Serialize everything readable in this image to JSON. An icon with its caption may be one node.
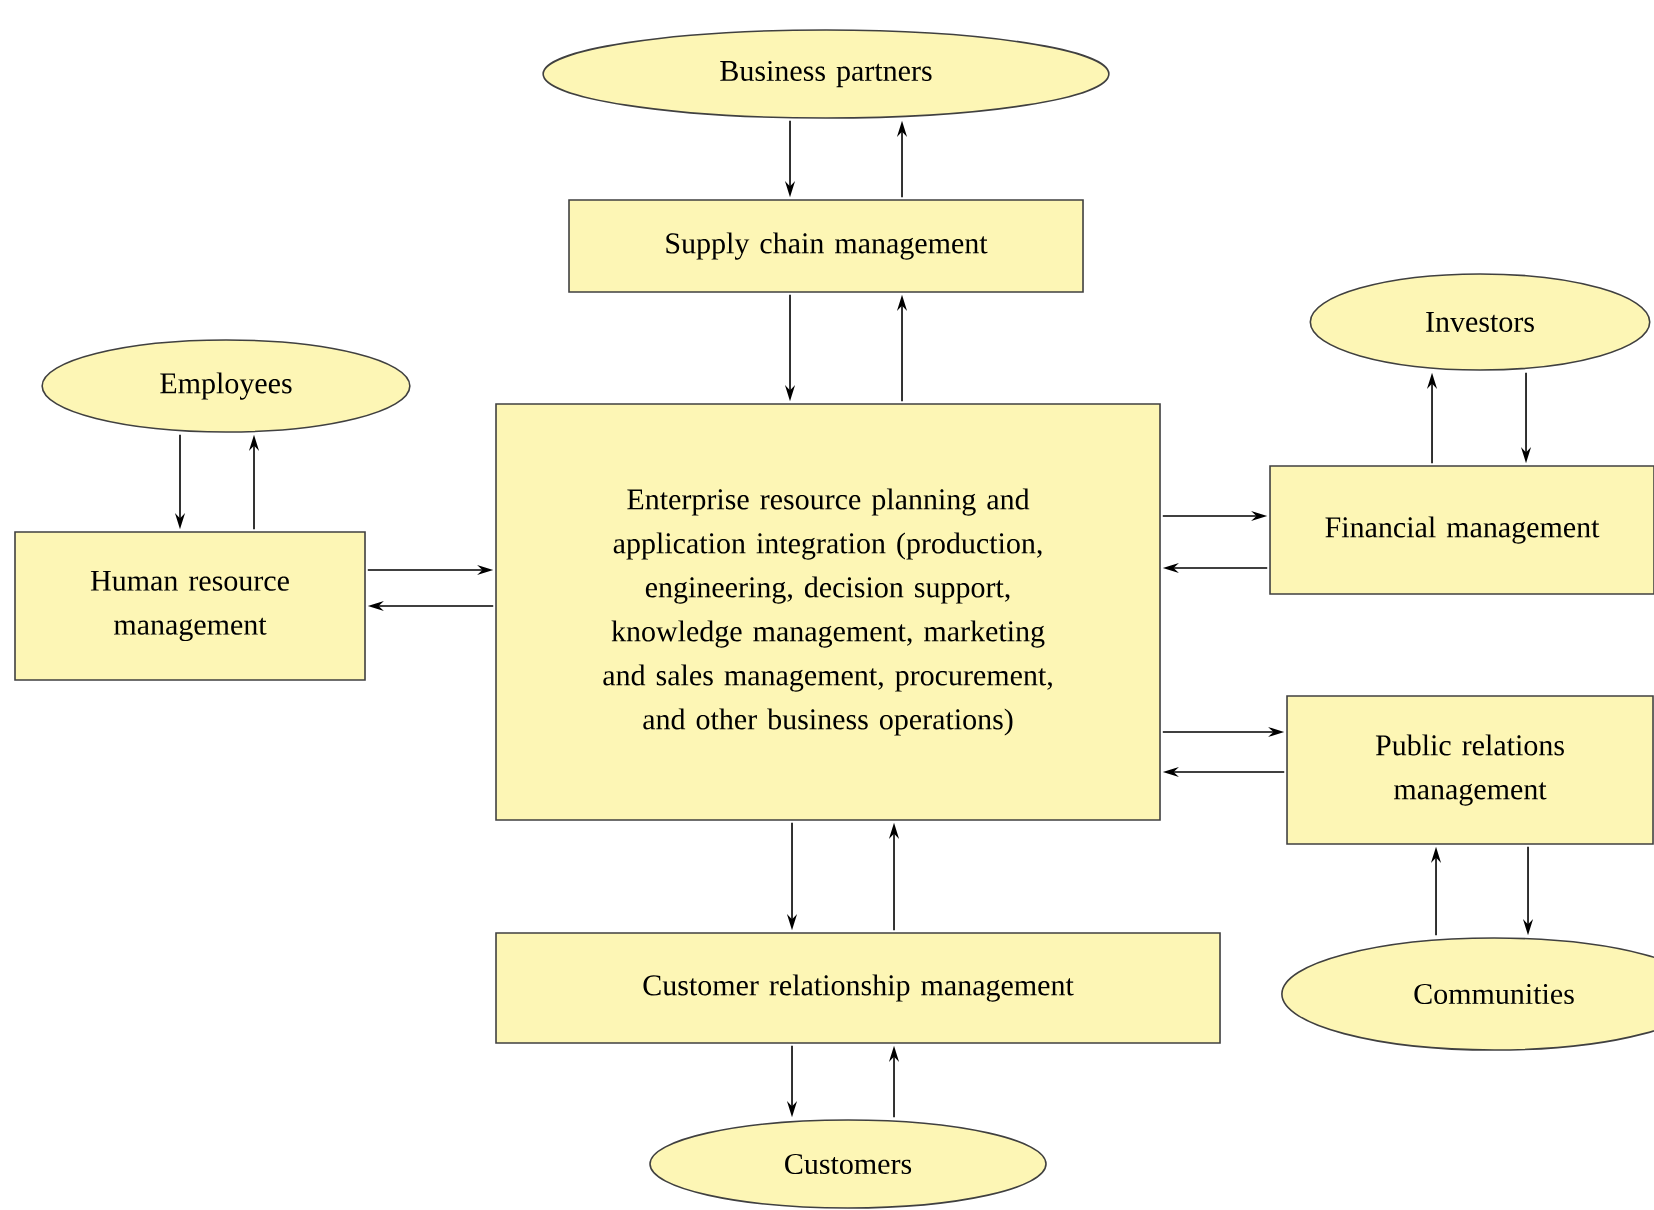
{
  "diagram": {
    "nodes": [
      {
        "text": [
          "Business partners"
        ]
      },
      {
        "text": [
          "Supply chain management"
        ]
      },
      {
        "text": [
          "Employees"
        ]
      },
      {
        "text": [
          "Investors"
        ]
      },
      {
        "text": [
          "Enterprise resource planning and application integration (production, engineering, decision support, knowledge management, marketing and sales management, procurement, and other business operations)"
        ]
      },
      {
        "text": [
          "Human resource management"
        ]
      },
      {
        "text": [
          "Financial management"
        ]
      },
      {
        "text": [
          "Public relations management"
        ]
      },
      {
        "text": [
          "Customer relationship management"
        ]
      },
      {
        "text": [
          "Communities"
        ]
      },
      {
        "text": [
          "Customers"
        ]
      }
    ],
    "edges": [
      {
        "from": 0,
        "to": 1,
        "arrow": "to"
      },
      {
        "from": 1,
        "to": 0,
        "arrow": "to"
      },
      {
        "from": 1,
        "to": 4,
        "arrow": "to"
      },
      {
        "from": 4,
        "to": 1,
        "arrow": "to"
      },
      {
        "from": 2,
        "to": 5,
        "arrow": "to"
      },
      {
        "from": 5,
        "to": 2,
        "arrow": "to"
      },
      {
        "from": 5,
        "to": 4,
        "arrow": "to"
      },
      {
        "from": 4,
        "to": 5,
        "arrow": "to"
      },
      {
        "from": 6,
        "to": 3,
        "arrow": "to"
      },
      {
        "from": 3,
        "to": 6,
        "arrow": "to"
      },
      {
        "from": 4,
        "to": 6,
        "arrow": "to"
      },
      {
        "from": 6,
        "to": 4,
        "arrow": "to"
      },
      {
        "from": 4,
        "to": 7,
        "arrow": "to"
      },
      {
        "from": 7,
        "to": 4,
        "arrow": "to"
      },
      {
        "from": 7,
        "to": 9,
        "arrow": "to"
      },
      {
        "from": 9,
        "to": 7,
        "arrow": "to"
      },
      {
        "from": 4,
        "to": 8,
        "arrow": "to"
      },
      {
        "from": 8,
        "to": 4,
        "arrow": "to"
      },
      {
        "from": 8,
        "to": 10,
        "arrow": "to"
      },
      {
        "from": 10,
        "to": 8,
        "arrow": "to"
      }
    ]
  }
}
